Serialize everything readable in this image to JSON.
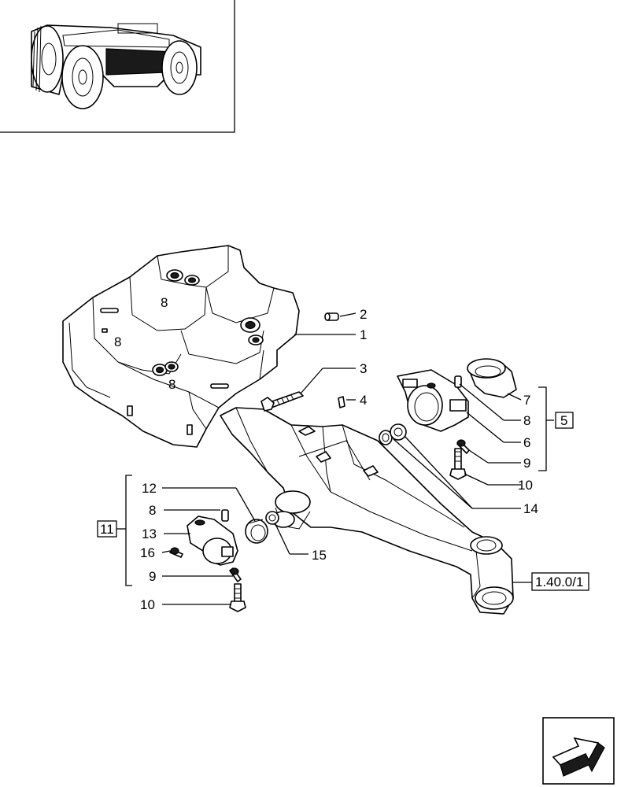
{
  "callouts": [
    {
      "id": "c1",
      "text": "1"
    },
    {
      "id": "c2",
      "text": "2"
    },
    {
      "id": "c3",
      "text": "3"
    },
    {
      "id": "c4",
      "text": "4"
    },
    {
      "id": "c5",
      "text": "5"
    },
    {
      "id": "c6",
      "text": "6"
    },
    {
      "id": "c7",
      "text": "7"
    },
    {
      "id": "c8r",
      "text": "8"
    },
    {
      "id": "c9r",
      "text": "9"
    },
    {
      "id": "c10r",
      "text": "10"
    },
    {
      "id": "c11",
      "text": "11"
    },
    {
      "id": "c12",
      "text": "12"
    },
    {
      "id": "c8l",
      "text": "8"
    },
    {
      "id": "c13",
      "text": "13"
    },
    {
      "id": "c14",
      "text": "14"
    },
    {
      "id": "c15",
      "text": "15"
    },
    {
      "id": "c16",
      "text": "16"
    },
    {
      "id": "c9l",
      "text": "9"
    },
    {
      "id": "c10l",
      "text": "10"
    },
    {
      "id": "cref",
      "text": "1.40.0/1"
    }
  ],
  "casting_marks": [
    {
      "id": "m1",
      "text": "8"
    },
    {
      "id": "m2",
      "text": "8"
    },
    {
      "id": "m3",
      "text": "8"
    }
  ],
  "icons": {
    "thumbnail": "tractor-front-axle-thumbnail",
    "navigation": "next-page-arrow-icon"
  }
}
